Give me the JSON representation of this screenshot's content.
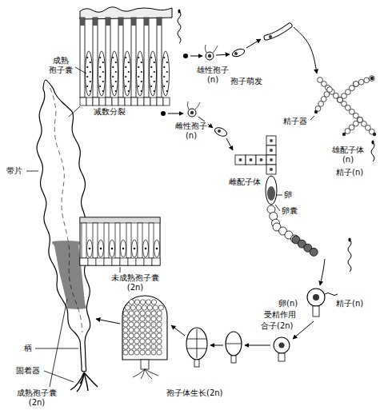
{
  "diagram": {
    "labels": [
      "成熟 孢子囊",
      "减数分裂",
      "雄性孢子 (n)",
      "孢子萌发",
      "雌性孢子 (n)",
      "精子器",
      "雄配子体 (n)",
      "精子(n)",
      "雌配子体",
      "带片",
      "卵",
      "卵囊",
      "未成熟孢子囊 (2n)",
      "卵(n)",
      "精子(n)",
      "受精作用",
      "合子(2n)",
      "柄",
      "固着器",
      "成熟孢子囊 (2n)",
      "孢子体生长(2n)"
    ]
  }
}
